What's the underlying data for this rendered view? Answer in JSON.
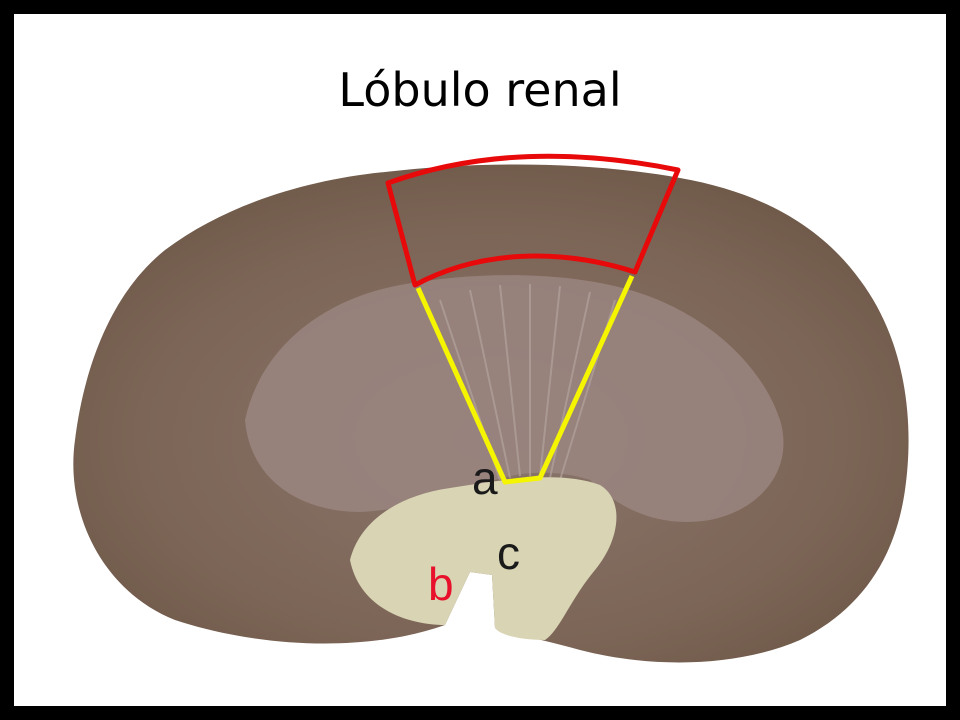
{
  "slide": {
    "title": "Lóbulo renal"
  },
  "figure": {
    "labels": {
      "a": "a",
      "b": "b",
      "c": "c"
    },
    "colors": {
      "cortex_outline": "#e80a0a",
      "pyramid_outline": "#f5f500",
      "label_dark": "#1a1a1a",
      "label_red": "#e8102a",
      "tissue": "#7c6556",
      "medulla": "#9a8580",
      "sinus": "#d8d4b4"
    }
  }
}
